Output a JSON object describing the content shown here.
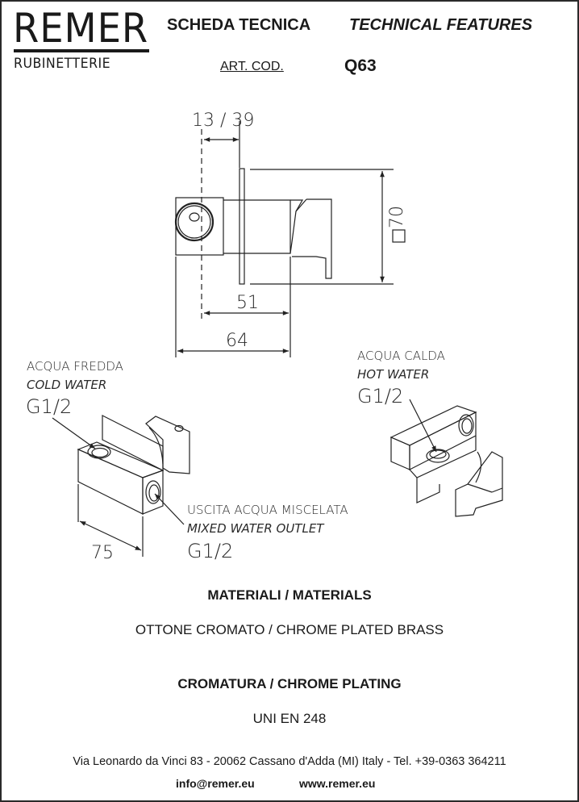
{
  "header": {
    "logo_main": "REMER",
    "logo_sub": "RUBINETTERIE",
    "title_it": "SCHEDA TECNICA",
    "title_en": "TECHNICAL FEATURES",
    "art_cod_label": "ART. COD.",
    "art_cod_value": "Q63"
  },
  "drawing": {
    "dim_depth": "13 / 39",
    "dim_square": "70",
    "dim_51": "51",
    "dim_64": "64",
    "dim_75": "75",
    "cold_it": "ACQUA FREDDA",
    "cold_en": "COLD WATER",
    "cold_thread": "G1/2",
    "hot_it": "ACQUA CALDA",
    "hot_en": "HOT WATER",
    "hot_thread": "G1/2",
    "outlet_it": "USCITA ACQUA MISCELATA",
    "outlet_en": "MIXED WATER OUTLET",
    "outlet_thread": "G1/2"
  },
  "specs": {
    "materials_heading": "MATERIALI / MATERIALS",
    "materials_value": "OTTONE CROMATO / CHROME PLATED BRASS",
    "plating_heading": "CROMATURA / CHROME PLATING",
    "plating_value": "UNI EN 248"
  },
  "footer": {
    "address": "Via Leonardo da Vinci 83 - 20062 Cassano d'Adda (MI) Italy - Tel. +39-0363 364211",
    "email": "info@remer.eu",
    "website": "www.remer.eu"
  }
}
